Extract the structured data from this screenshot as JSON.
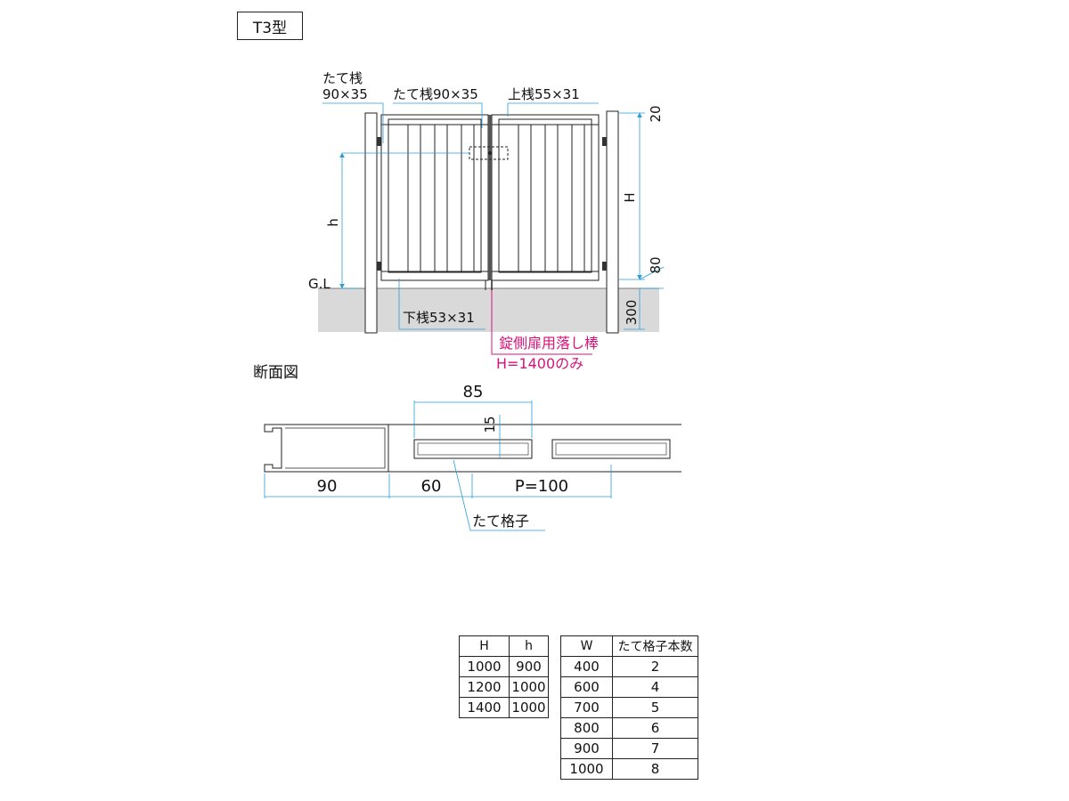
{
  "header": {
    "title": "T3型"
  },
  "front_view": {
    "labels": {
      "post_label_line1": "たて桟",
      "post_label_line2": "90×35",
      "stile_label": "たて桟90×35",
      "top_rail_label": "上桟55×31",
      "bottom_rail_label": "下桟53×31",
      "drop_rod_line1": "錠側扉用落し棒",
      "drop_rod_line2": "H=1400のみ",
      "gl_label": "G.L",
      "h_label": "h",
      "H_label": "H",
      "dim_20": "20",
      "dim_80": "80",
      "dim_300": "300"
    },
    "colors": {
      "ground": "#d9d9d9",
      "accent": "#d4147a",
      "dimension": "#2a9fd6"
    }
  },
  "section": {
    "heading": "断面図",
    "labels": {
      "dim_85": "85",
      "dim_15": "15",
      "dim_90": "90",
      "dim_60": "60",
      "dim_pitch": "P=100",
      "picket_label": "たて格子"
    }
  },
  "tables": {
    "height_table": {
      "headers": [
        "H",
        "h"
      ],
      "rows": [
        [
          "1000",
          "900"
        ],
        [
          "1200",
          "1000"
        ],
        [
          "1400",
          "1000"
        ]
      ]
    },
    "width_table": {
      "headers": [
        "W",
        "たて格子本数"
      ],
      "rows": [
        [
          "400",
          "2"
        ],
        [
          "600",
          "4"
        ],
        [
          "700",
          "5"
        ],
        [
          "800",
          "6"
        ],
        [
          "900",
          "7"
        ],
        [
          "1000",
          "8"
        ]
      ]
    }
  }
}
